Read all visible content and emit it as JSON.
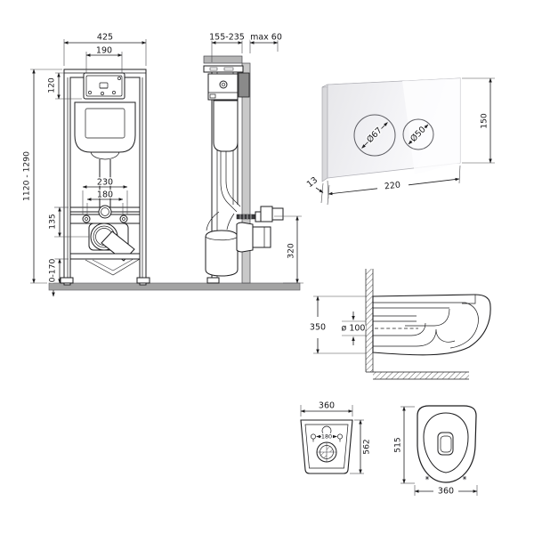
{
  "colors": {
    "line": "#1d1d1f",
    "floor_gray": "#a3a3a3",
    "wall_gray": "#c9c9c9",
    "plate_side_dark": "#8a8a8a",
    "plate_glass_light": "#fdfdfe",
    "plate_glass_shade": "#e9e9ec",
    "background": "#ffffff"
  },
  "views": {
    "frame_front": {
      "dims": {
        "width": "425",
        "cutout_width": "190",
        "box_height": "120",
        "height_range": "1120 - 1290",
        "spacing_outer": "230",
        "spacing_inner": "180",
        "drain_drop": "135",
        "feet_range": "0-170"
      }
    },
    "frame_side": {
      "dims": {
        "depth_range": "155-235",
        "finish_max": "max 60",
        "outlet_height": "320"
      }
    },
    "flush_plate": {
      "dims": {
        "big_button": "Ø67",
        "small_button": "Ø50",
        "height": "150",
        "width": "220",
        "thickness": "13"
      }
    },
    "bowl_side": {
      "dims": {
        "height": "350",
        "outlet_diameter": "ø 100"
      }
    },
    "bowl_back": {
      "dims": {
        "width": "360",
        "bolt_spacing": "180",
        "depth": "562"
      }
    },
    "bowl_plan": {
      "dims": {
        "length": "515",
        "width": "360"
      }
    }
  }
}
